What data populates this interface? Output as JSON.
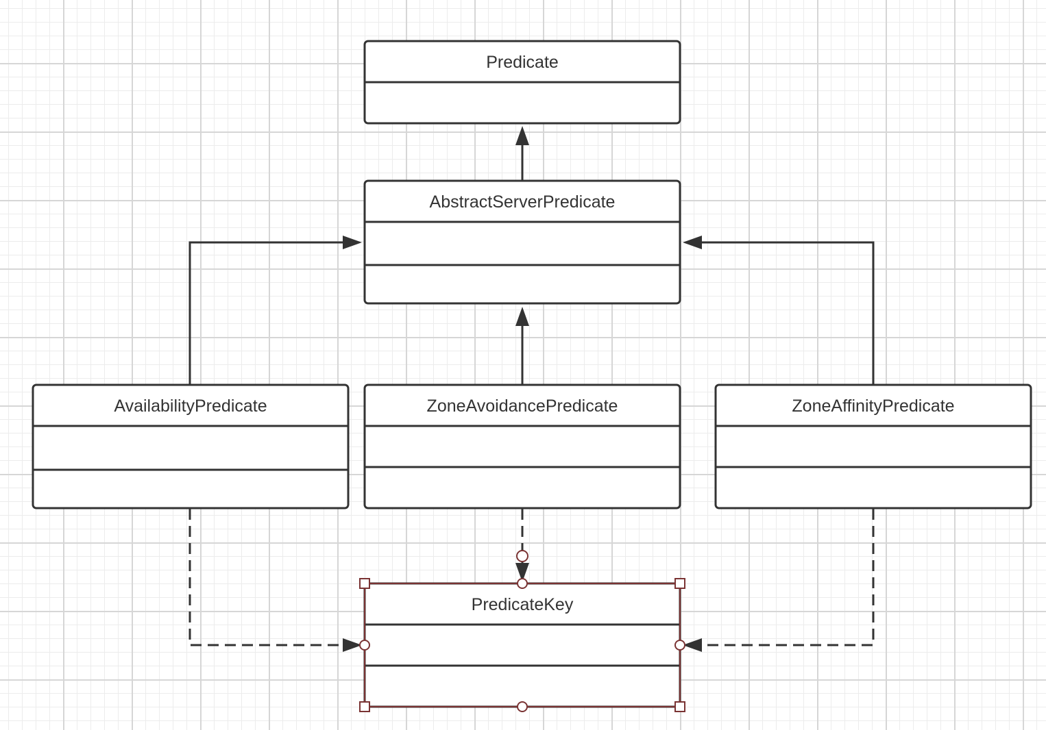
{
  "diagram": {
    "classes": {
      "predicate": {
        "name": "Predicate"
      },
      "abstract_server_predicate": {
        "name": "AbstractServerPredicate"
      },
      "availability_predicate": {
        "name": "AvailabilityPredicate"
      },
      "zone_avoidance_predicate": {
        "name": "ZoneAvoidancePredicate"
      },
      "zone_affinity_predicate": {
        "name": "ZoneAffinityPredicate"
      },
      "predicate_key": {
        "name": "PredicateKey",
        "selected": true
      }
    },
    "relations": [
      {
        "from": "AbstractServerPredicate",
        "to": "Predicate",
        "kind": "generalization",
        "line": "solid"
      },
      {
        "from": "AvailabilityPredicate",
        "to": "AbstractServerPredicate",
        "kind": "generalization",
        "line": "solid"
      },
      {
        "from": "ZoneAvoidancePredicate",
        "to": "AbstractServerPredicate",
        "kind": "generalization",
        "line": "solid"
      },
      {
        "from": "ZoneAffinityPredicate",
        "to": "AbstractServerPredicate",
        "kind": "generalization",
        "line": "solid"
      },
      {
        "from": "AvailabilityPredicate",
        "to": "PredicateKey",
        "kind": "dependency",
        "line": "dashed"
      },
      {
        "from": "ZoneAvoidancePredicate",
        "to": "PredicateKey",
        "kind": "dependency",
        "line": "dashed"
      },
      {
        "from": "ZoneAffinityPredicate",
        "to": "PredicateKey",
        "kind": "dependency",
        "line": "dashed"
      }
    ],
    "colors": {
      "line": "#333333",
      "selection": "#7a3333",
      "grid_major": "#d6d6d6",
      "grid_minor": "#ececec"
    }
  }
}
